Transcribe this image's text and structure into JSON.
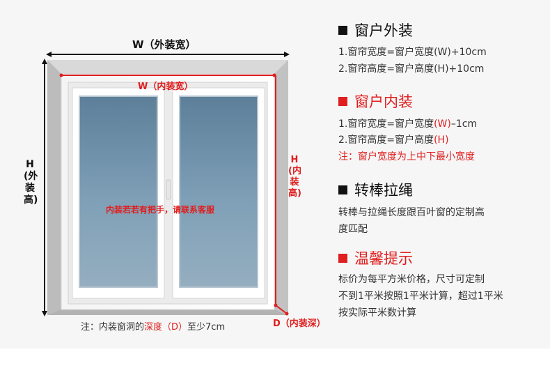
{
  "diagram": {
    "outer_width_label": "W（外装宽）",
    "inner_width_label": "W（内装宽）",
    "outer_height_label": "H(外装高)",
    "inner_height_label": "H(内装高)",
    "depth_label": "D（内装深）",
    "handle_note": "内装若若有把手，请联系客服",
    "bottom_note": {
      "prefix": "注：内装窗洞的",
      "highlight": "深度（D）",
      "suffix": "至少7cm"
    },
    "colors": {
      "measure_red": "#e01e1e",
      "frame": "#ffffff",
      "glass": "#6e8ea6"
    }
  },
  "sections": {
    "outside": {
      "title": "窗户外装",
      "lines": [
        "1.窗帘宽度=窗户宽度(W)+10cm",
        "2.窗帘高度=窗户高度(H)+10cm"
      ]
    },
    "inside": {
      "title": "窗户内装",
      "line1_prefix": "1.窗帘宽度=窗户宽度",
      "line1_red": "(W)",
      "line1_suffix": "–1cm",
      "line2_prefix": "2.窗帘高度=窗户高度",
      "line2_red": "(H)",
      "note": "注：窗户宽度为上中下最小宽度"
    },
    "rod": {
      "title": "转棒拉绳",
      "line1": "转棒与拉绳长度跟百叶窗的定制高",
      "line2": "度匹配"
    },
    "tips": {
      "title": "温馨提示",
      "line1": "标价为每平方米价格，尺寸可定制",
      "line2": "不到1平米按照1平米计算，超过1平米",
      "line3": "按实际平米数计算"
    }
  }
}
